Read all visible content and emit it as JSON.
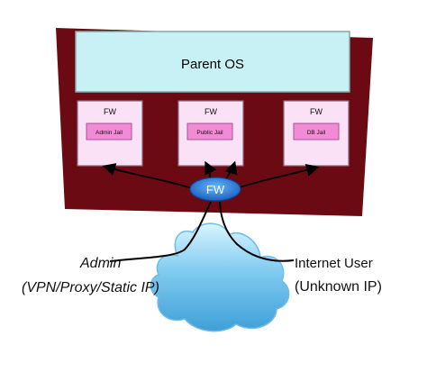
{
  "parent_os": {
    "label": "Parent OS"
  },
  "jails": [
    {
      "fw_label": "FW",
      "jail_label": "Admin Jail"
    },
    {
      "fw_label": "FW",
      "jail_label": "Public Jail"
    },
    {
      "fw_label": "FW",
      "jail_label": "DB Jail"
    }
  ],
  "central_firewall": {
    "label": "FW"
  },
  "admin": {
    "name": "Admin",
    "access": "(VPN/Proxy/Static IP)"
  },
  "internet_user": {
    "name": "Internet User",
    "access": "(Unknown IP)"
  },
  "colors": {
    "host_box": "#6b0a12",
    "parent_os": "#c8f1f5",
    "jail_box": "#fbe1f5",
    "jail_badge": "#f28ad6",
    "firewall": "#1f79d1",
    "cloud": "#7fcaf0"
  }
}
